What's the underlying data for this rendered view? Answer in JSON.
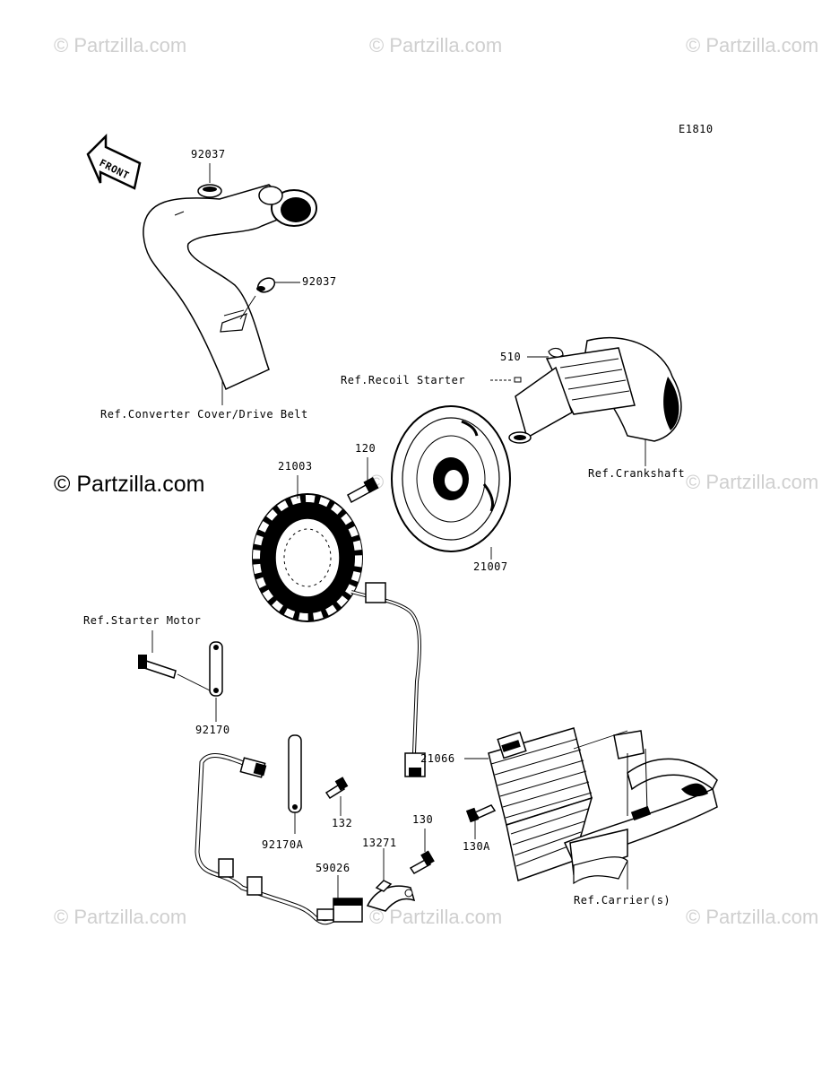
{
  "diagram": {
    "code": "E1810",
    "front_arrow_label": "FRONT",
    "brand_watermark": "© Partzilla.com",
    "parts": {
      "clamp_upper": "92037",
      "clamp_lower": "92037",
      "key": "510",
      "bolt_120": "120",
      "stator": "21003",
      "flywheel": "21007",
      "lead_wire": "92170",
      "lead_wire_a": "92170A",
      "bolt_132": "132",
      "bolt_130": "130",
      "bracket": "13271",
      "connector": "59026",
      "regulator": "21066",
      "bolt_130a": "130A"
    },
    "refs": {
      "converter_cover": "Ref.Converter Cover/Drive Belt",
      "recoil_starter": "Ref.Recoil Starter",
      "crankshaft": "Ref.Crankshaft",
      "starter_motor": "Ref.Starter Motor",
      "carrier": "Ref.Carrier(s)"
    }
  }
}
